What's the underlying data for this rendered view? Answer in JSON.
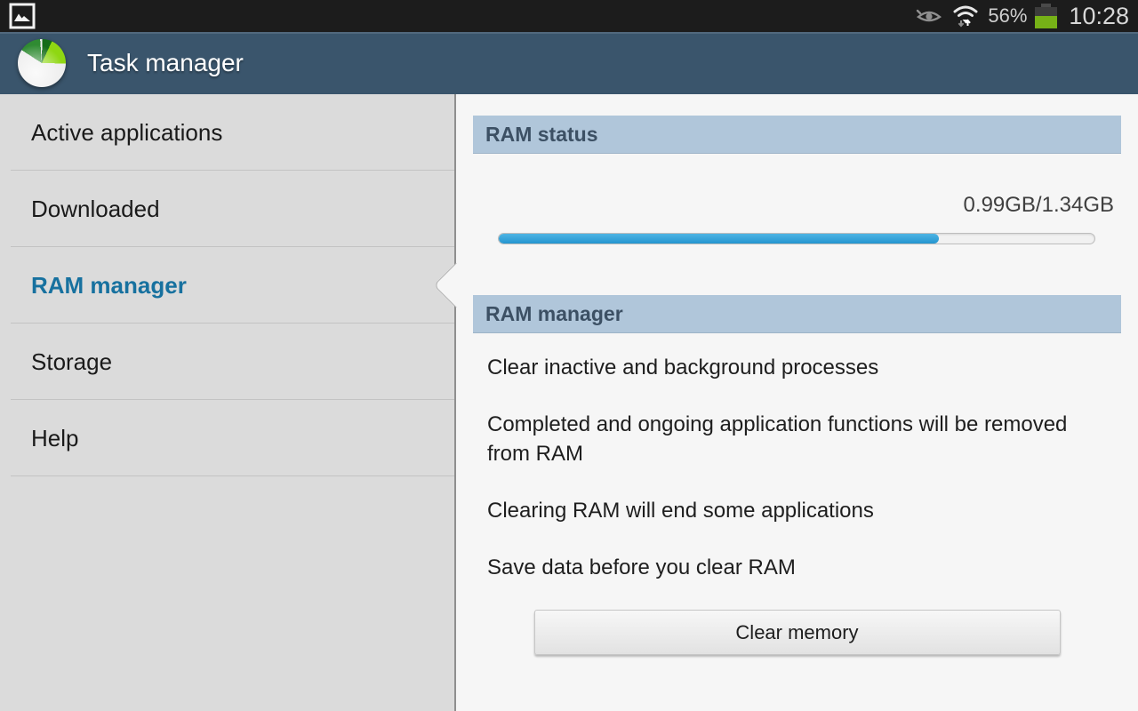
{
  "status_bar": {
    "battery_percent": "56%",
    "time": "10:28",
    "icons": [
      "gallery-icon",
      "eye-icon",
      "wifi-icon",
      "battery-icon"
    ]
  },
  "app_header": {
    "icon": "pie-chart-icon",
    "title": "Task manager"
  },
  "sidebar": {
    "items": [
      {
        "label": "Active applications",
        "selected": false
      },
      {
        "label": "Downloaded",
        "selected": false
      },
      {
        "label": "RAM manager",
        "selected": true
      },
      {
        "label": "Storage",
        "selected": false
      },
      {
        "label": "Help",
        "selected": false
      }
    ]
  },
  "content": {
    "ram_status": {
      "header": "RAM status",
      "usage": "0.99GB/1.34GB",
      "used_gb": 0.99,
      "total_gb": 1.34,
      "progress_percent": 73.9
    },
    "ram_manager": {
      "header": "RAM manager",
      "descriptions": [
        "Clear inactive and background processes",
        "Completed and ongoing application functions will be removed from RAM",
        "Clearing RAM will end some applications",
        "Save data before you clear RAM"
      ],
      "clear_button_label": "Clear memory"
    }
  },
  "colors": {
    "status_bar_bg": "#1c1c1c",
    "header_bg": "#3a556c",
    "sidebar_bg": "#dbdbdb",
    "content_bg": "#f6f6f6",
    "section_band_bg": "#b0c6da",
    "progress_fill": "#2b9fd8",
    "selected_item_text": "#17719f",
    "battery_fill": "#76b117"
  }
}
